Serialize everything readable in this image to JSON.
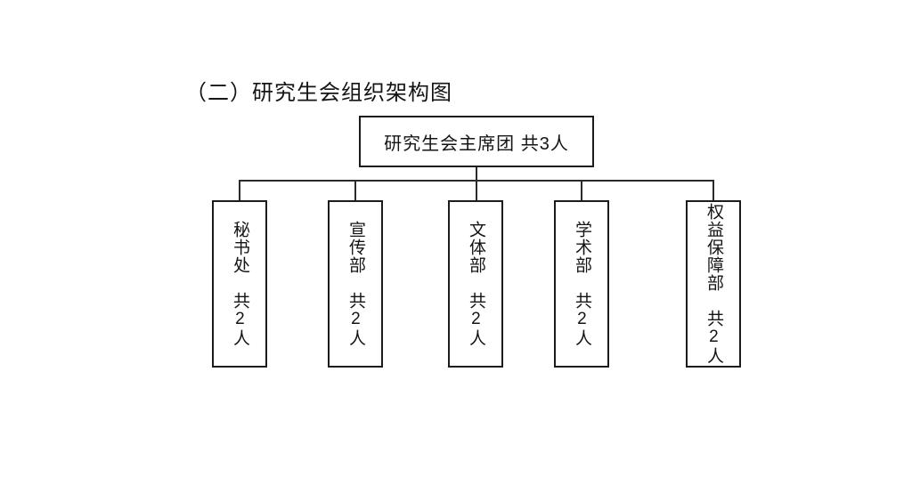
{
  "page": {
    "title": "（二）研究生会组织架构图",
    "background_color": "#ffffff",
    "line_color": "#2a2a2a",
    "text_color": "#141414"
  },
  "org_chart": {
    "root": {
      "label": "研究生会主席团 共3人"
    },
    "departments": [
      {
        "name": "秘书处",
        "count": "共2人"
      },
      {
        "name": "宣传部",
        "count": "共2人"
      },
      {
        "name": "文体部",
        "count": "共2人"
      },
      {
        "name": "学术部",
        "count": "共2人"
      },
      {
        "name": "权益保障部",
        "count": "共2人"
      }
    ]
  }
}
